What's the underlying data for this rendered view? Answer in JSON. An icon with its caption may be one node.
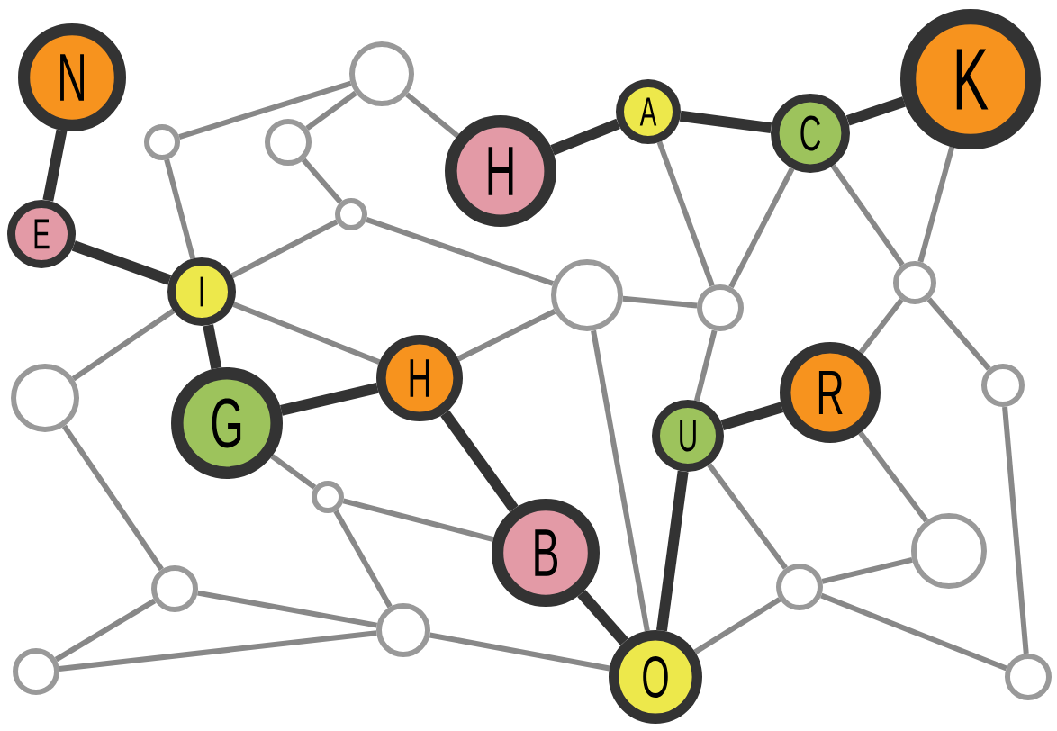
{
  "diagram": {
    "nodes": [
      {
        "text": [
          "N"
        ]
      },
      {
        "text": [
          "E"
        ]
      },
      {
        "text": [
          "I"
        ]
      },
      {
        "text": [
          "G"
        ]
      },
      {
        "text": [
          "H"
        ]
      },
      {
        "text": [
          "B"
        ]
      },
      {
        "text": [
          "O"
        ]
      },
      {
        "text": [
          "U"
        ]
      },
      {
        "text": [
          "R"
        ]
      },
      {
        "text": [
          "H"
        ]
      },
      {
        "text": [
          "A"
        ]
      },
      {
        "text": [
          "C"
        ]
      },
      {
        "text": [
          "K"
        ]
      },
      {
        "text": [],
        "shape": "circle"
      },
      {
        "text": [],
        "shape": "circle"
      },
      {
        "text": [],
        "shape": "circle"
      },
      {
        "text": [],
        "shape": "circle"
      },
      {
        "text": [],
        "shape": "circle"
      },
      {
        "text": [],
        "shape": "circle"
      },
      {
        "text": [],
        "shape": "circle"
      },
      {
        "text": [],
        "shape": "circle"
      },
      {
        "text": [],
        "shape": "circle"
      },
      {
        "text": [],
        "shape": "circle"
      },
      {
        "text": [],
        "shape": "circle"
      },
      {
        "text": [],
        "shape": "circle"
      },
      {
        "text": [],
        "shape": "circle"
      },
      {
        "text": [],
        "shape": "circle"
      },
      {
        "text": [],
        "shape": "circle"
      },
      {
        "text": [],
        "shape": "circle"
      }
    ],
    "edges": [
      {
        "from": 0,
        "to": 1,
        "arrow": "none",
        "style": "thick",
        "color": "#333333"
      },
      {
        "from": 1,
        "to": 2,
        "arrow": "none",
        "style": "thick",
        "color": "#333333"
      },
      {
        "from": 2,
        "to": 3,
        "arrow": "none",
        "style": "thick",
        "color": "#333333"
      },
      {
        "from": 3,
        "to": 4,
        "arrow": "none",
        "style": "thick",
        "color": "#333333"
      },
      {
        "from": 4,
        "to": 5,
        "arrow": "none",
        "style": "thick",
        "color": "#333333"
      },
      {
        "from": 5,
        "to": 6,
        "arrow": "none",
        "style": "thick",
        "color": "#333333"
      },
      {
        "from": 6,
        "to": 7,
        "arrow": "none",
        "style": "thick",
        "color": "#333333"
      },
      {
        "from": 7,
        "to": 8,
        "arrow": "none",
        "style": "thick",
        "color": "#333333"
      },
      {
        "from": 9,
        "to": 10,
        "arrow": "none",
        "style": "thick",
        "color": "#333333"
      },
      {
        "from": 10,
        "to": 11,
        "arrow": "none",
        "style": "thick",
        "color": "#333333"
      },
      {
        "from": 11,
        "to": 12,
        "arrow": "none",
        "style": "thick",
        "color": "#333333"
      },
      {
        "from": 14,
        "to": 13,
        "arrow": "none"
      },
      {
        "from": 15,
        "to": 13,
        "arrow": "none"
      },
      {
        "from": 13,
        "to": 9,
        "arrow": "none"
      },
      {
        "from": 14,
        "to": 2,
        "arrow": "none"
      },
      {
        "from": 15,
        "to": 16,
        "arrow": "none"
      },
      {
        "from": 16,
        "to": 2,
        "arrow": "none"
      },
      {
        "from": 16,
        "to": 17,
        "arrow": "none"
      },
      {
        "from": 2,
        "to": 4,
        "arrow": "none"
      },
      {
        "from": 2,
        "to": 21,
        "arrow": "none"
      },
      {
        "from": 4,
        "to": 17,
        "arrow": "none"
      },
      {
        "from": 17,
        "to": 18,
        "arrow": "none"
      },
      {
        "from": 17,
        "to": 6,
        "arrow": "none"
      },
      {
        "from": 10,
        "to": 18,
        "arrow": "none"
      },
      {
        "from": 11,
        "to": 18,
        "arrow": "none"
      },
      {
        "from": 11,
        "to": 19,
        "arrow": "none"
      },
      {
        "from": 12,
        "to": 19,
        "arrow": "none"
      },
      {
        "from": 19,
        "to": 8,
        "arrow": "none"
      },
      {
        "from": 19,
        "to": 20,
        "arrow": "none"
      },
      {
        "from": 18,
        "to": 7,
        "arrow": "none"
      },
      {
        "from": 20,
        "to": 28,
        "arrow": "none"
      },
      {
        "from": 7,
        "to": 26,
        "arrow": "none"
      },
      {
        "from": 8,
        "to": 27,
        "arrow": "none"
      },
      {
        "from": 26,
        "to": 27,
        "arrow": "none"
      },
      {
        "from": 26,
        "to": 28,
        "arrow": "none"
      },
      {
        "from": 6,
        "to": 26,
        "arrow": "none"
      },
      {
        "from": 3,
        "to": 22,
        "arrow": "none"
      },
      {
        "from": 22,
        "to": 5,
        "arrow": "none"
      },
      {
        "from": 22,
        "to": 24,
        "arrow": "none"
      },
      {
        "from": 21,
        "to": 23,
        "arrow": "none"
      },
      {
        "from": 23,
        "to": 25,
        "arrow": "none"
      },
      {
        "from": 23,
        "to": 24,
        "arrow": "none"
      },
      {
        "from": 25,
        "to": 24,
        "arrow": "none"
      },
      {
        "from": 24,
        "to": 6,
        "arrow": "none"
      }
    ]
  }
}
